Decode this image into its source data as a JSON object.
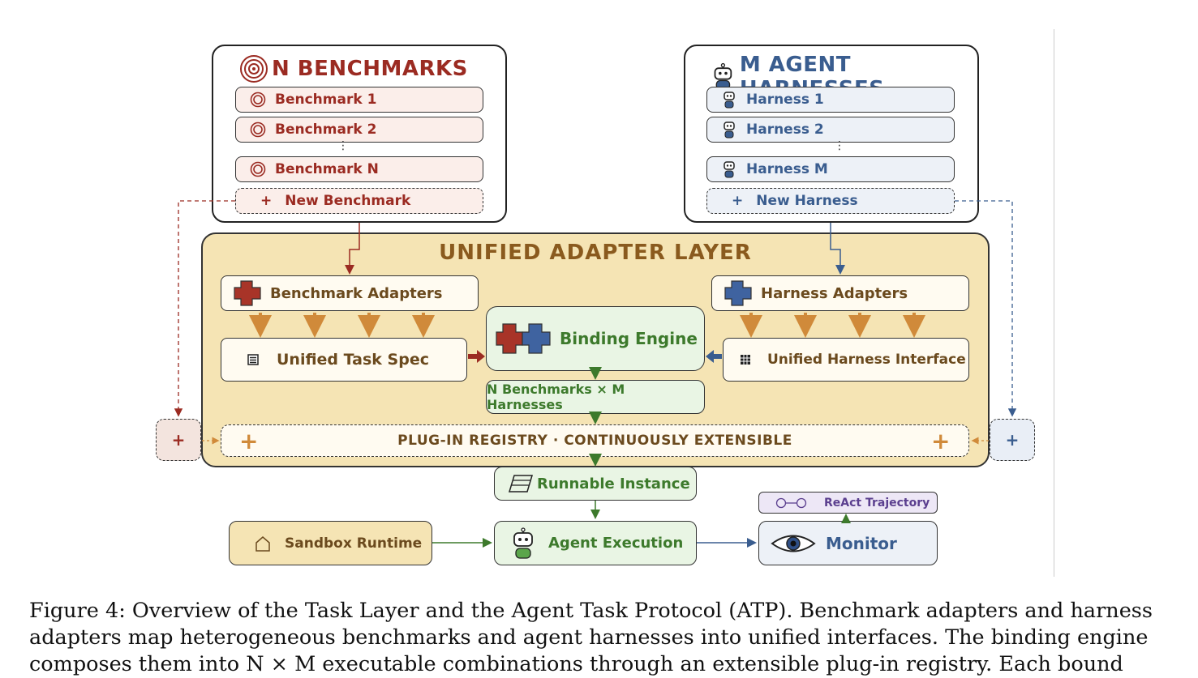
{
  "benchmarks": {
    "title": "N BENCHMARKS",
    "items": [
      "Benchmark 1",
      "Benchmark 2",
      "Benchmark N"
    ],
    "ellipsis": "⋮",
    "new_item": "New Benchmark",
    "plus": "+"
  },
  "harnesses": {
    "title": "M AGENT HARNESSES",
    "items": [
      "Harness 1",
      "Harness 2",
      "Harness M"
    ],
    "ellipsis": "⋮",
    "new_item": "New Harness",
    "plus": "+"
  },
  "adapter_layer": {
    "title": "UNIFIED ADAPTER LAYER",
    "benchmark_adapters": "Benchmark Adapters",
    "harness_adapters": "Harness Adapters",
    "unified_task_spec": "Unified Task Spec",
    "binding_engine": "Binding Engine",
    "unified_harness_interface": "Unified Harness Interface",
    "combinations": "N Benchmarks × M Harnesses",
    "registry": "PLUG-IN REGISTRY · CONTINUOUSLY EXTENSIBLE",
    "plus_left": "+",
    "plus_right": "+"
  },
  "runtime": {
    "runnable_instance": "Runnable Instance",
    "sandbox_runtime": "Sandbox Runtime",
    "agent_execution": "Agent Execution",
    "react_trajectory": "ReAct Trajectory",
    "monitor": "Monitor"
  },
  "caption": {
    "line1": "Figure 4: Overview of the Task Layer and the Agent Task Protocol (ATP). Benchmark adapters and harness",
    "line2": "adapters map heterogeneous benchmarks and agent harnesses into unified interfaces. The binding engine",
    "line3": "composes them into N × M executable combinations through an extensible plug-in registry. Each bound"
  },
  "colors": {
    "red": "#9b2b22",
    "blue": "#3a5d8f",
    "green": "#3d7a2c",
    "orange": "#d08a3a",
    "layer_bg": "#f5e4b4",
    "purple": "#5b3f8f"
  },
  "icons": [
    "target-icon",
    "robot-icon",
    "puzzle-icon",
    "document-icon",
    "grid-icon",
    "layers-icon",
    "house-icon",
    "eye-icon",
    "chain-icon",
    "plus-icon"
  ]
}
